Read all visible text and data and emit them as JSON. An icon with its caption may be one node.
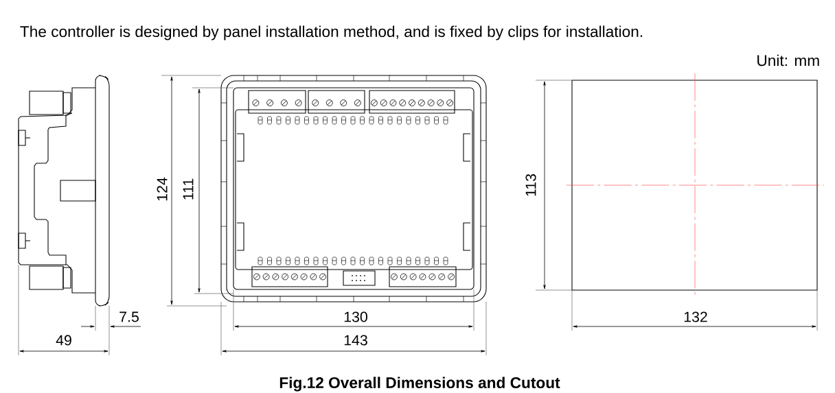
{
  "diagram": {
    "caption": "Fig.12 Overall Dimensions and Cutout",
    "labels": [
      "The controller is designed by panel installation method, and is fixed by clips for installation.",
      "Unit: mm",
      "124",
      "111",
      "113",
      "7.5",
      "130",
      "132",
      "49",
      "143"
    ]
  }
}
